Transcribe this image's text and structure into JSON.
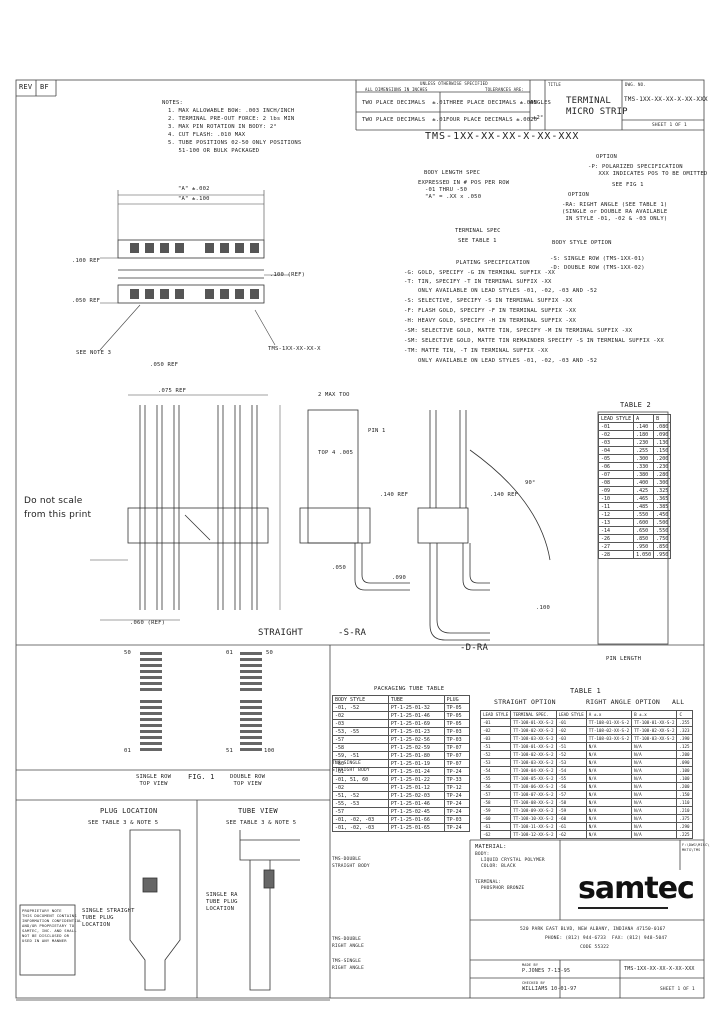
{
  "rev": {
    "label": "REV",
    "value": "BF"
  },
  "title_block": {
    "tolerance_header": "UNLESS OTHERWISE SPECIFIED",
    "tolerance_sub": "ALL DIMENSIONS IN INCHES                      TOLERANCES ARE:",
    "tol1": "TWO PLACE DECIMALS  ±.01",
    "tol2": "THREE PLACE DECIMALS ±.005",
    "tol3": "TWO PLACE DECIMALS  ±.01",
    "tol4": "FOUR PLACE DECIMALS ±.0020",
    "angles": "ANGLES",
    "angles_val": "±2°",
    "title_label": "TITLE",
    "title": "TERMINAL\nMICRO STRIP",
    "dwg_label": "DWG. NO.",
    "dwg_no": "TMS-1XX-XX-XX-X-XX-XXX",
    "sheet": "SHEET 1 OF 1"
  },
  "notes": {
    "heading": "NOTES:",
    "lines": [
      "1. MAX ALLOWABLE BOW: .003 INCH/INCH",
      "2. TERMINAL PRE-OUT FORCE: 2 lbs MIN",
      "3. MAX PIN ROTATION IN BODY: 2°",
      "4. CUT FLASH: .010 MAX",
      "5. TUBE POSITIONS 02-50 ONLY POSITIONS",
      "   51-100 OR BULK PACKAGED"
    ]
  },
  "part_code": {
    "code": "TMS-1XX-XX-XX-X-XX-XXX",
    "option": "OPTION",
    "polarized": "-P: POLARIZED SPECIFICATION\n   XXX INDICATES POS TO BE OMITTED",
    "spec": "SEE FIG 1",
    "option2": "OPTION",
    "right_angle": "-RA: RIGHT ANGLE (SEE TABLE 1)\n(SINGLE or DOUBLE RA AVAILABLE\n IN STYLE -01, -02 & -03 ONLY)",
    "body_style": "BODY STYLE OPTION",
    "single": "-S: SINGLE ROW (TMS-1XX-01)",
    "double": "-D: DOUBLE ROW (TMS-1XX-02)",
    "body_length": "BODY LENGTH SPEC",
    "expressed": "EXPRESSED IN # POS PER ROW\n  -01 THRU -50\n  \"A\" = .XX x .050",
    "terminal_spec": "TERMINAL SPEC",
    "see_table": "SEE TABLE 1",
    "plating": "PLATING SPECIFICATION",
    "plating_lines": [
      "-G: GOLD, SPECIFY -G IN TERMINAL SUFFIX -XX",
      "-T: TIN, SPECIFY -T IN TERMINAL SUFFIX -XX",
      "    ONLY AVAILABLE ON LEAD STYLES -01, -02, -03 AND -52",
      "-S: SELECTIVE, SPECIFY -S IN TERMINAL SUFFIX -XX",
      "-F: FLASH GOLD, SPECIFY -F IN TERMINAL SUFFIX -XX",
      "-H: HEAVY GOLD, SPECIFY -H IN TERMINAL SUFFIX -XX",
      "-SM: SELECTIVE GOLD, MATTE TIN, SPECIFY -M IN TERMINAL SUFFIX -XX",
      "-SM: SELECTIVE GOLD, MATTE TIN REMAINDER SPECIFY -S IN TERMINAL SUFFIX -XX",
      "-TM: MATTE TIN, -T IN TERMINAL SUFFIX -XX",
      "    ONLY AVAILABLE ON LEAD STYLES -01, -02, -03 AND -52"
    ]
  },
  "top_view": {
    "dim_a": "\"A\" ±.002",
    "dim_a2": "\"A\" ±.100",
    "dim_100ref": ".100 REF",
    "dim_100": ".100 (REF)",
    "dim_050": ".050 REF",
    "see_note": "SEE NOTE 3",
    "dim_050b": ".050 REF",
    "part": "TMS-1XX-XX-XX-X"
  },
  "side_view": {
    "label_straight": "STRAIGHT",
    "label_sra": "-S-RA",
    "label_dra": "-D-RA",
    "do_not_scale": "Do not scale\nfrom this print",
    "dim_075": ".075 REF",
    "dim_max": "2 MAX TOO",
    "dim_140": ".140 REF",
    "dim_140b": ".140 REF",
    "dim_050": ".050",
    "dim_090": ".090",
    "dim_100": ".100",
    "dim_060": ".060 (REF)",
    "pin1": "PIN 1",
    "note": "TOP 4 .005",
    "angle": "90°",
    "pin_length": "PIN LENGTH"
  },
  "table2": {
    "title": "TABLE 2",
    "header": [
      "LEAD STYLE",
      "A",
      "B"
    ],
    "rows": [
      [
        "-01",
        ".140",
        ".080"
      ],
      [
        "-02",
        ".180",
        ".090"
      ],
      [
        "-03",
        ".230",
        ".130"
      ],
      [
        "-04",
        ".255",
        ".150"
      ],
      [
        "-05",
        ".300",
        ".200"
      ],
      [
        "-06",
        ".330",
        ".230"
      ],
      [
        "-07",
        ".380",
        ".280"
      ],
      [
        "-08",
        ".400",
        ".300"
      ],
      [
        "-09",
        ".425",
        ".325"
      ],
      [
        "-10",
        ".465",
        ".365"
      ],
      [
        "-11",
        ".485",
        ".385"
      ],
      [
        "-12",
        ".550",
        ".450"
      ],
      [
        "-13",
        ".600",
        ".500"
      ],
      [
        "-14",
        ".650",
        ".550"
      ],
      [
        "-26",
        ".850",
        ".750"
      ],
      [
        "-27",
        ".950",
        ".850"
      ],
      [
        "-28",
        "1.050",
        ".950"
      ]
    ]
  },
  "fig1": {
    "pins_top_left": "50",
    "pins_top_right": "01",
    "pins_top_right2": "50",
    "pins_bot_left": "01",
    "pins_bot_right": "51",
    "pins_bot_right2": "100",
    "single": "SINGLE ROW\nTOP VIEW",
    "fig": "FIG. 1",
    "double": "DOUBLE ROW\nTOP VIEW"
  },
  "packaging": {
    "title": "PACKAGING TUBE TABLE",
    "header": [
      "BODY STYLE",
      "TUBE",
      "PLUG"
    ],
    "rows": [
      [
        "-01, -52",
        "PT-1-25-01-32",
        "TP-05"
      ],
      [
        "-02",
        "PT-1-25-01-46",
        "TP-05"
      ],
      [
        "-03",
        "PT-1-25-01-69",
        "TP-05"
      ],
      [
        "-53, -55",
        "PT-1-25-01-23",
        "TP-03"
      ],
      [
        "-57",
        "PT-1-25-02-56",
        "TP-03"
      ],
      [
        "-58",
        "PT-1-25-02-59",
        "TP-07"
      ],
      [
        "-59, -51",
        "PT-1-25-01-80",
        "TP-07"
      ],
      [
        "-60",
        "PT-1-25-01-19",
        "TP-07"
      ],
      [
        "-01",
        "PT-1-25-01-24",
        "TP-24"
      ],
      [
        "-01, 51, 60",
        "PT-1-25-01-22",
        "TP-33"
      ],
      [
        "-02",
        "PT-1-25-01-12",
        "TP-12"
      ],
      [
        "-51, -52",
        "PT-1-25-02-03",
        "TP-24"
      ],
      [
        "-55, -53",
        "PT-1-25-01-46",
        "TP-24"
      ],
      [
        "-57",
        "PT-1-25-02-45",
        "TP-24"
      ],
      [
        "-01, -02, -03",
        "PT-1-25-01-66",
        "TP-03"
      ],
      [
        "-01, -02, -03",
        "PT-1-25-01-65",
        "TP-24"
      ]
    ],
    "group1": "TMS-SINGLE\nSTRAIGHT BODY",
    "group2": "TMS-DOUBLE\nSTRAIGHT BODY",
    "group3": "TMS-DOUBLE\nRIGHT ANGLE",
    "group4": "TMS-SINGLE\nRIGHT ANGLE"
  },
  "table1": {
    "title": "TABLE 1",
    "straight": "STRAIGHT OPTION",
    "right": "RIGHT ANGLE OPTION",
    "all": "ALL",
    "header": [
      "LEAD STYLE",
      "TERMINAL SPEC.",
      "LEAD STYLE",
      "A ±.x",
      "B ±.x",
      "C"
    ],
    "rows": [
      [
        "-01",
        "TT-108-01-XX-S-2",
        "-01",
        "TT-108-01-XX-S-2",
        "TT-108-01-XX-S-2",
        ".255"
      ],
      [
        "-02",
        "TT-108-02-XX-S-2",
        "-02",
        "TT-108-02-XX-S-2",
        "TT-108-02-XX-S-2",
        ".323"
      ],
      [
        "-03",
        "TT-108-03-XX-S-2",
        "-03",
        "TT-108-03-XX-S-2",
        "TT-108-03-XX-S-2",
        ".390"
      ],
      [
        "-51",
        "TT-108-01-XX-S-2",
        "-51",
        "N/A",
        "N/A",
        ".125"
      ],
      [
        "-52",
        "TT-108-02-XX-S-2",
        "-52",
        "N/A",
        "N/A",
        ".200"
      ],
      [
        "-53",
        "TT-108-03-XX-S-2",
        "-53",
        "N/A",
        "N/A",
        ".090"
      ],
      [
        "-54",
        "TT-108-04-XX-S-2",
        "-54",
        "N/A",
        "N/A",
        ".100"
      ],
      [
        "-55",
        "TT-108-05-XX-S-2",
        "-55",
        "N/A",
        "N/A",
        ".100"
      ],
      [
        "-56",
        "TT-108-06-XX-S-2",
        "-56",
        "N/A",
        "N/A",
        ".200"
      ],
      [
        "-57",
        "TT-108-07-XX-S-2",
        "-57",
        "N/A",
        "N/A",
        ".150"
      ],
      [
        "-58",
        "TT-108-08-XX-S-2",
        "-58",
        "N/A",
        "N/A",
        ".110"
      ],
      [
        "-59",
        "TT-108-09-XX-S-2",
        "-59",
        "N/A",
        "N/A",
        ".210"
      ],
      [
        "-60",
        "TT-108-10-XX-S-2",
        "-60",
        "N/A",
        "N/A",
        ".375"
      ],
      [
        "-61",
        "TT-108-11-XX-S-2",
        "-61",
        "N/A",
        "N/A",
        ".290"
      ],
      [
        "-62",
        "TT-108-12-XX-S-2",
        "-62",
        "N/A",
        "N/A",
        ".225"
      ]
    ]
  },
  "plug": {
    "title": "PLUG LOCATION",
    "see": "SEE TABLE 3 & NOTE 5",
    "single": "SINGLE STRAIGHT\nTUBE PLUG\nLOCATION",
    "proprietary": "PROPRIETARY NOTE\nTHIS DOCUMENT CONTAINS\nINFORMATION CONFIDENTIAL\nAND/OR PROPRIETARY TO\nSAMTEC, INC. AND SHALL\nNOT BE DISCLOSED OR\nUSED IN ANY MANNER"
  },
  "tube": {
    "title": "TUBE VIEW",
    "see": "SEE TABLE 3 & NOTE 5",
    "single": "SINGLE RA\nTUBE PLUG\nLOCATION"
  },
  "material": {
    "heading": "MATERIAL:",
    "body": "BODY:\n  LIQUID CRYSTAL POLYMER\n  COLOR: BLACK",
    "terminal": "TERMINAL:\n  PHOSPHOR BRONZE"
  },
  "company": {
    "logo": "samtec",
    "address": "520 PARK EAST BLVD, NEW ALBANY, INDIANA 47150-0167",
    "phone": "PHONE: (812) 944-6733  FAX: (812) 948-5047",
    "code": "CODE 55322",
    "tolerance_note": "F:\\DWG\\MISC\\\nMKTG\\TMS",
    "made_by": "MADE BY",
    "made_val": "P.JONES 7-13-95",
    "checked": "CHECKED BY",
    "checked_val": "WILLIAMS 10-01-97",
    "dwg": "TMS-1XX-XX-XX-X-XX-XXX",
    "sheet": "SHEET 1 OF 1"
  }
}
